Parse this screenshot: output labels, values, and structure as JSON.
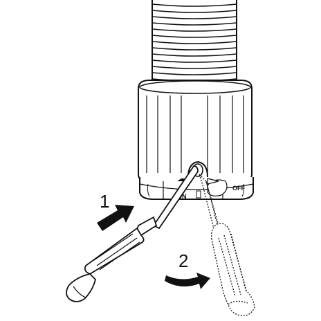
{
  "diagram": {
    "steps": [
      {
        "number": "1"
      },
      {
        "number": "2"
      }
    ],
    "dial_labels": {
      "on": "ON",
      "off": "OFF"
    },
    "colors": {
      "ink": "#111111",
      "paper": "#ffffff"
    },
    "icons": {
      "push_arrow": "arrow-right-filled",
      "rotate_arrow": "curved-arrow-right",
      "tool": "screwdriver"
    }
  }
}
